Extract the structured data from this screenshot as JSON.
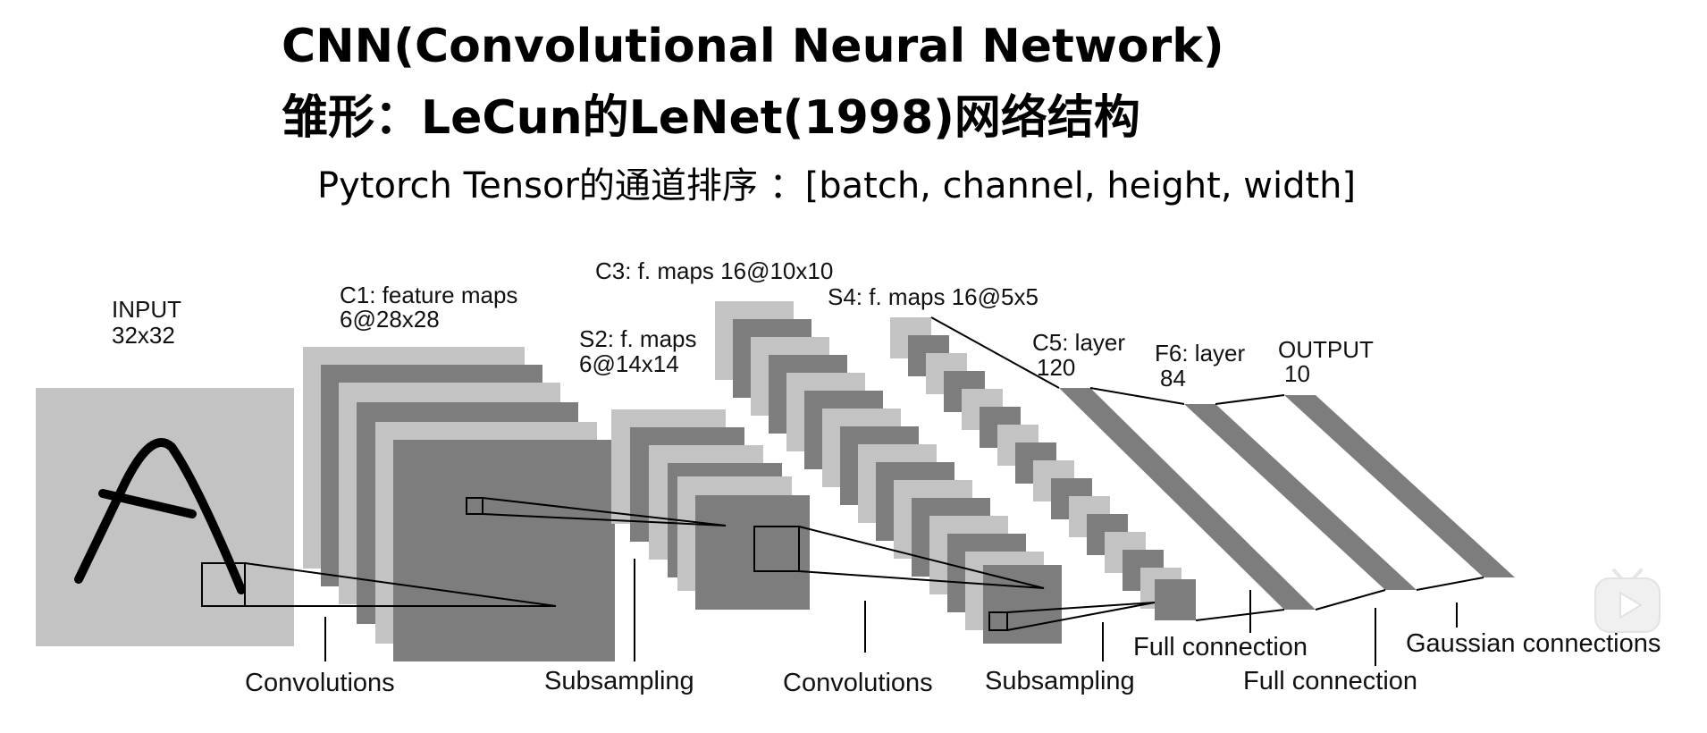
{
  "title": {
    "line1": "CNN(Convolutional Neural Network)",
    "line2": "雏形：LeCun的LeNet(1998)网络结构"
  },
  "subtitle": "Pytorch Tensor的通道排序 ：[batch, channel, height, width]",
  "diagram": {
    "layers": {
      "input": [
        "INPUT",
        "32x32"
      ],
      "c1": [
        "C1: feature maps",
        "6@28x28"
      ],
      "s2": [
        "S2: f. maps",
        "6@14x14"
      ],
      "c3": [
        "C3: f. maps 16@10x10"
      ],
      "s4": [
        "S4: f. maps 16@5x5"
      ],
      "c5": [
        "C5: layer",
        "120"
      ],
      "f6": [
        "F6: layer",
        "84"
      ],
      "output": [
        "OUTPUT",
        "10"
      ]
    },
    "operations": {
      "conv1": "Convolutions",
      "sub1": "Subsampling",
      "conv2": "Convolutions",
      "sub2": "Subsampling",
      "full1": "Full connection",
      "full2": "Full connection",
      "gauss": "Gaussian connections"
    },
    "colors": {
      "light": "#c3c3c3",
      "dark": "#7d7d7d",
      "ink": "#000000"
    }
  },
  "watermark_icon": "bilibili-tv-icon"
}
